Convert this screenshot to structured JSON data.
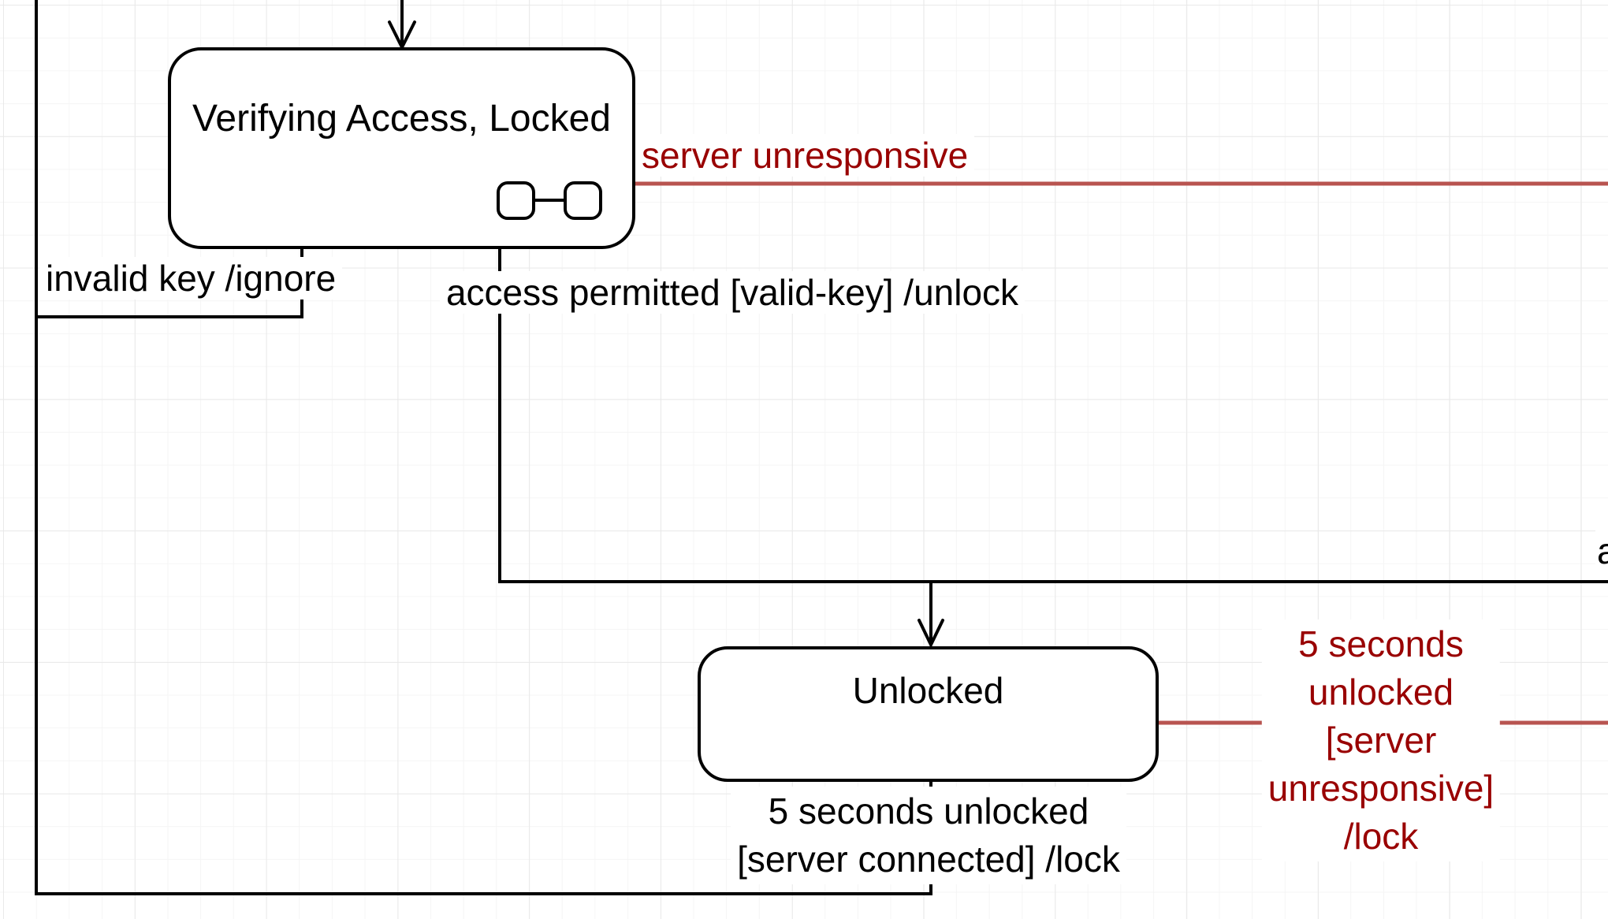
{
  "diagram": {
    "kind": "uml-state-machine",
    "colors": {
      "state_fill": "#ffffff",
      "state_stroke": "#000000",
      "edge_stroke": "#000000",
      "error_edge_stroke": "#b85450",
      "error_label_text": "#990000",
      "label_background": "#ffffff",
      "grid_minor": "#f5f5f5",
      "grid_major": "#e9e9e9"
    },
    "states": [
      {
        "id": "verifying",
        "label": "Verifying Access, Locked",
        "composite": true
      },
      {
        "id": "unlocked",
        "label": "Unlocked",
        "composite": false
      }
    ],
    "transitions": [
      {
        "id": "server_unresponsive",
        "label": "server unresponsive",
        "style": "error"
      },
      {
        "id": "invalid_key",
        "label": "invalid key /ignore",
        "style": "normal"
      },
      {
        "id": "access_permitted",
        "label": "access permitted [valid-key] /unlock",
        "style": "normal"
      },
      {
        "id": "timeout_unresponsive",
        "label": "5 seconds unlocked\n[server unresponsive] /lock",
        "style": "error"
      },
      {
        "id": "timeout_connected",
        "label": "5 seconds unlocked\n[server connected] /lock",
        "style": "normal"
      },
      {
        "id": "clipped_label_fragment",
        "label": "a",
        "style": "normal"
      }
    ]
  }
}
